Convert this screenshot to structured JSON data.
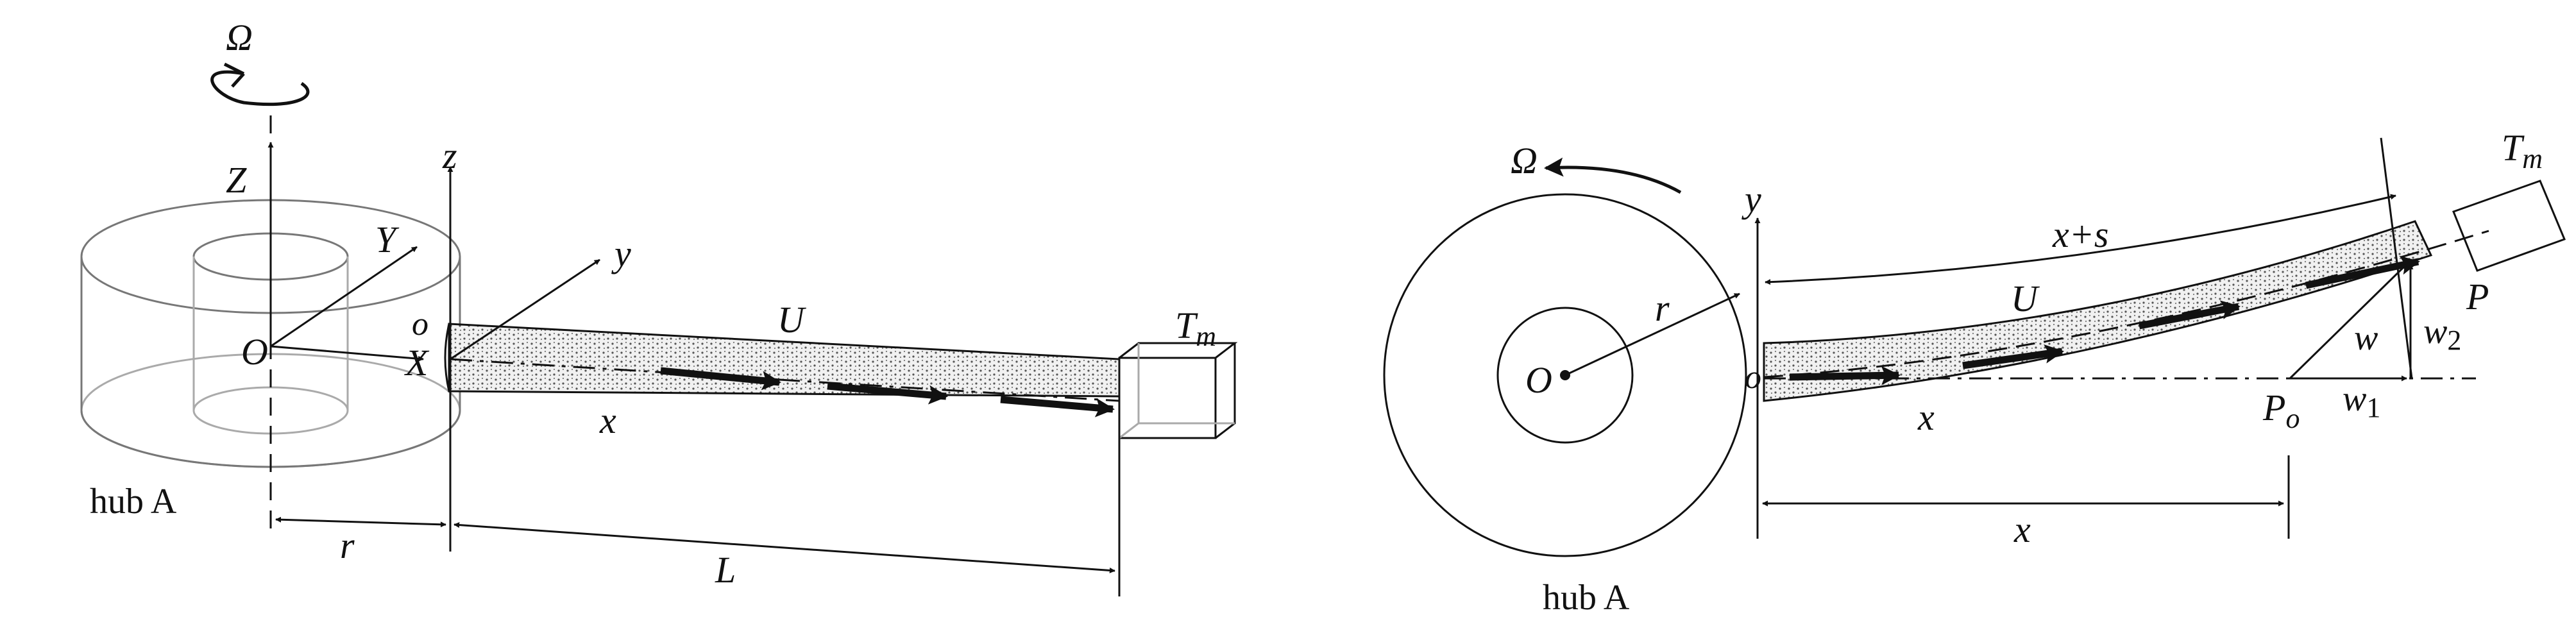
{
  "left_figure": {
    "omega": "Ω",
    "hub_caption": "hub A",
    "tip_mass": "T",
    "tip_mass_sub": "m",
    "axes": {
      "Z": "Z",
      "Y": "Y",
      "X": "X",
      "O": "O",
      "z": "z",
      "y": "y",
      "o": "o",
      "x": "x"
    },
    "U": "U",
    "r": "r",
    "L": "L"
  },
  "right_figure": {
    "omega": "Ω",
    "hub_caption": "hub A",
    "tip_mass": "T",
    "tip_mass_sub": "m",
    "O": "O",
    "r": "r",
    "y": "y",
    "o": "o",
    "x_label": "x",
    "x_dim": "x",
    "x_plus_s": "x+s",
    "U": "U",
    "P": "P",
    "Po": "P",
    "Po_sub": "o",
    "w": "w",
    "w1": "w",
    "w1_sub": "1",
    "w2": "w",
    "w2_sub": "2"
  }
}
